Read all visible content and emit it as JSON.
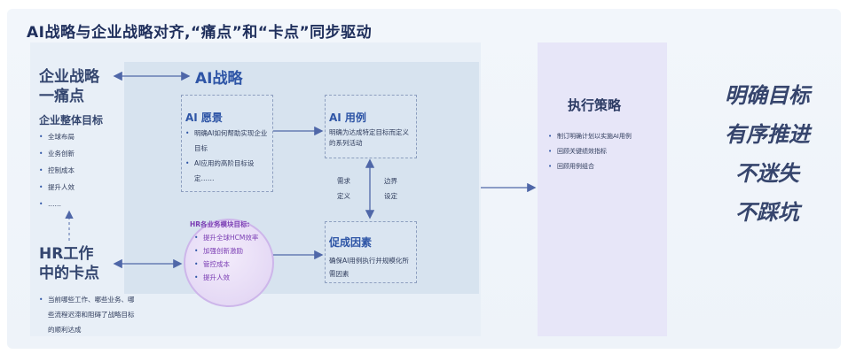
{
  "title": "AI战略与企业战略对齐,“痛点”和“卡点”同步驱动",
  "enterprise": {
    "heading_line1": "企业战略",
    "heading_line2": "一痛点",
    "goal_title": "企业整体目标",
    "goals": [
      "全球布局",
      "业务创新",
      "控制成本",
      "提升人效",
      "……"
    ]
  },
  "ai_strategy": {
    "label": "AI战略"
  },
  "vision": {
    "title": "AI 愿景",
    "items": [
      "明确AI如何帮助实现企业目标",
      "AI应用的高阶目标设定……"
    ]
  },
  "use_case": {
    "title": "AI 用例",
    "desc": "明确为达成特定目标而定义的系列活动"
  },
  "middle_labels": {
    "demand": "需求\n定义",
    "boundary": "边界\n设定"
  },
  "business_goals": {
    "title": "HR各业务模块目标:",
    "items": [
      "提升全球HCM效率",
      "加强创新激励",
      "管控成本",
      "提升人效"
    ]
  },
  "enablers": {
    "title": "促成因素",
    "desc": "确保AI用例执行并规模化所需因素"
  },
  "hr": {
    "heading_line1": "HR工作",
    "heading_line2": "中的卡点",
    "note_lines": [
      "当前哪些工作、哪些业务、哪",
      "些流程迟滞和阻碍了战略目标",
      "的顺利达成"
    ]
  },
  "execution": {
    "title": "执行策略",
    "items": [
      "制订明确计划以实施AI用例",
      "回顾关键绩效指标",
      "回顾用例组合"
    ]
  },
  "outcomes": [
    "明确目标",
    "有序推进",
    "不迷失",
    "不踩坑"
  ],
  "colors": {
    "arrow": "#4f67a8",
    "accent_blue": "#2e55a6",
    "purple": "#7a3cb3"
  }
}
